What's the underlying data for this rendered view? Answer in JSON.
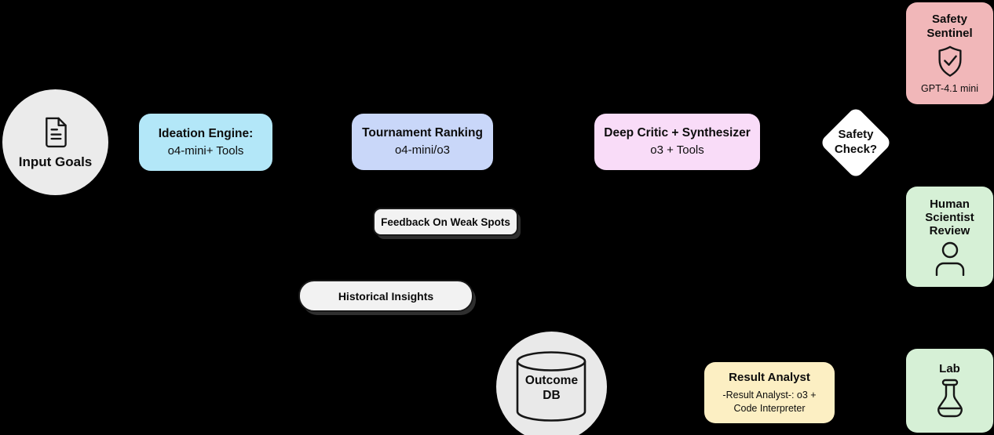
{
  "diagram": {
    "background": "#000000",
    "nodes": {
      "input_goals": {
        "label": "Input Goals",
        "fill": "#ebebeb",
        "icon": "document-icon"
      },
      "ideation_engine": {
        "title": "Ideation Engine:",
        "subtitle": "o4-mini+ Tools",
        "fill": "#b3e7f8"
      },
      "tournament_ranking": {
        "title": "Tournament Ranking",
        "subtitle": "o4-mini/o3",
        "fill": "#c9d7f9"
      },
      "deep_critic": {
        "title": "Deep Critic + Synthesizer",
        "subtitle": "o3 + Tools",
        "fill": "#f9dcf8"
      },
      "safety_check": {
        "line1": "Safety",
        "line2": "Check?",
        "fill": "#ffffff"
      },
      "safety_sentinel": {
        "line1": "Safety",
        "line2": "Sentinel",
        "model": "GPT-4.1 mini",
        "fill": "#f1b7b9",
        "icon": "shield-check-icon"
      },
      "human_scientist_review": {
        "line1": "Human",
        "line2": "Scientist",
        "line3": "Review",
        "fill": "#d6f0d6",
        "icon": "person-icon"
      },
      "lab": {
        "label": "Lab",
        "fill": "#d6f0d6",
        "icon": "flask-icon"
      },
      "result_analyst": {
        "title": "Result Analyst",
        "subtitle_line1": "-Result Analyst-: o3 +",
        "subtitle_line2": "Code Interpreter",
        "fill": "#fcefc3"
      },
      "outcome_db": {
        "line1": "Outcome",
        "line2": "DB",
        "fill": "#e9e9e9",
        "icon": "database-icon"
      }
    },
    "edge_labels": {
      "feedback_on_weak_spots": "Feedback On Weak Spots",
      "historical_insights": "Historical Insights"
    }
  }
}
